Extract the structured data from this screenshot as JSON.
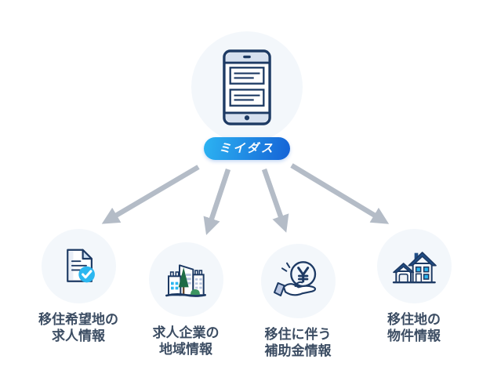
{
  "hub": {
    "badge_label": "ミイダス",
    "icon": "smartphone-icon"
  },
  "features": [
    {
      "icon": "document-check-icon",
      "label_line1": "移住希望地の",
      "label_line2": "求人情報"
    },
    {
      "icon": "city-buildings-icon",
      "label_line1": "求人企業の",
      "label_line2": "地域情報"
    },
    {
      "icon": "yen-coin-hand-icon",
      "label_line1": "移住に伴う",
      "label_line2": "補助金情報"
    },
    {
      "icon": "house-icon",
      "label_line1": "移住地の",
      "label_line2": "物件情報"
    }
  ],
  "colors": {
    "background": "#ffffff",
    "circle_bg": "#f3f7fb",
    "outline_navy": "#1d3a64",
    "accent_cyan": "#2bb7f0",
    "arrow_gray": "#b4bcc7",
    "label_text": "#3c4d63",
    "badge_gradient_start": "#2cb3f2",
    "badge_gradient_end": "#1563d6",
    "roof_blue": "#1f4e87",
    "tree_green": "#1e6b45",
    "bush_green": "#3c9560",
    "light_fill": "#d6e0ef"
  }
}
